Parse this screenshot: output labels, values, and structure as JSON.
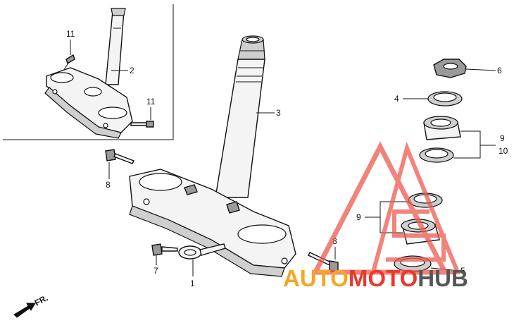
{
  "callouts": {
    "c1": "1",
    "c2": "2",
    "c3": "3",
    "c4": "4",
    "c5": "5",
    "c6": "6",
    "c7": "7",
    "c8a": "8",
    "c8b": "8",
    "c9a": "9",
    "c9b": "9",
    "c10": "10",
    "c11a": "11",
    "c11b": "11"
  },
  "direction_label": "FR.",
  "watermark": {
    "part1": "AUTO",
    "part2": "MOTO",
    "part3": "HUB",
    "color_orange": "#f5a623",
    "color_red": "#e8392b",
    "color_dark": "#555555",
    "triangle_color": "#ee5a4f"
  }
}
